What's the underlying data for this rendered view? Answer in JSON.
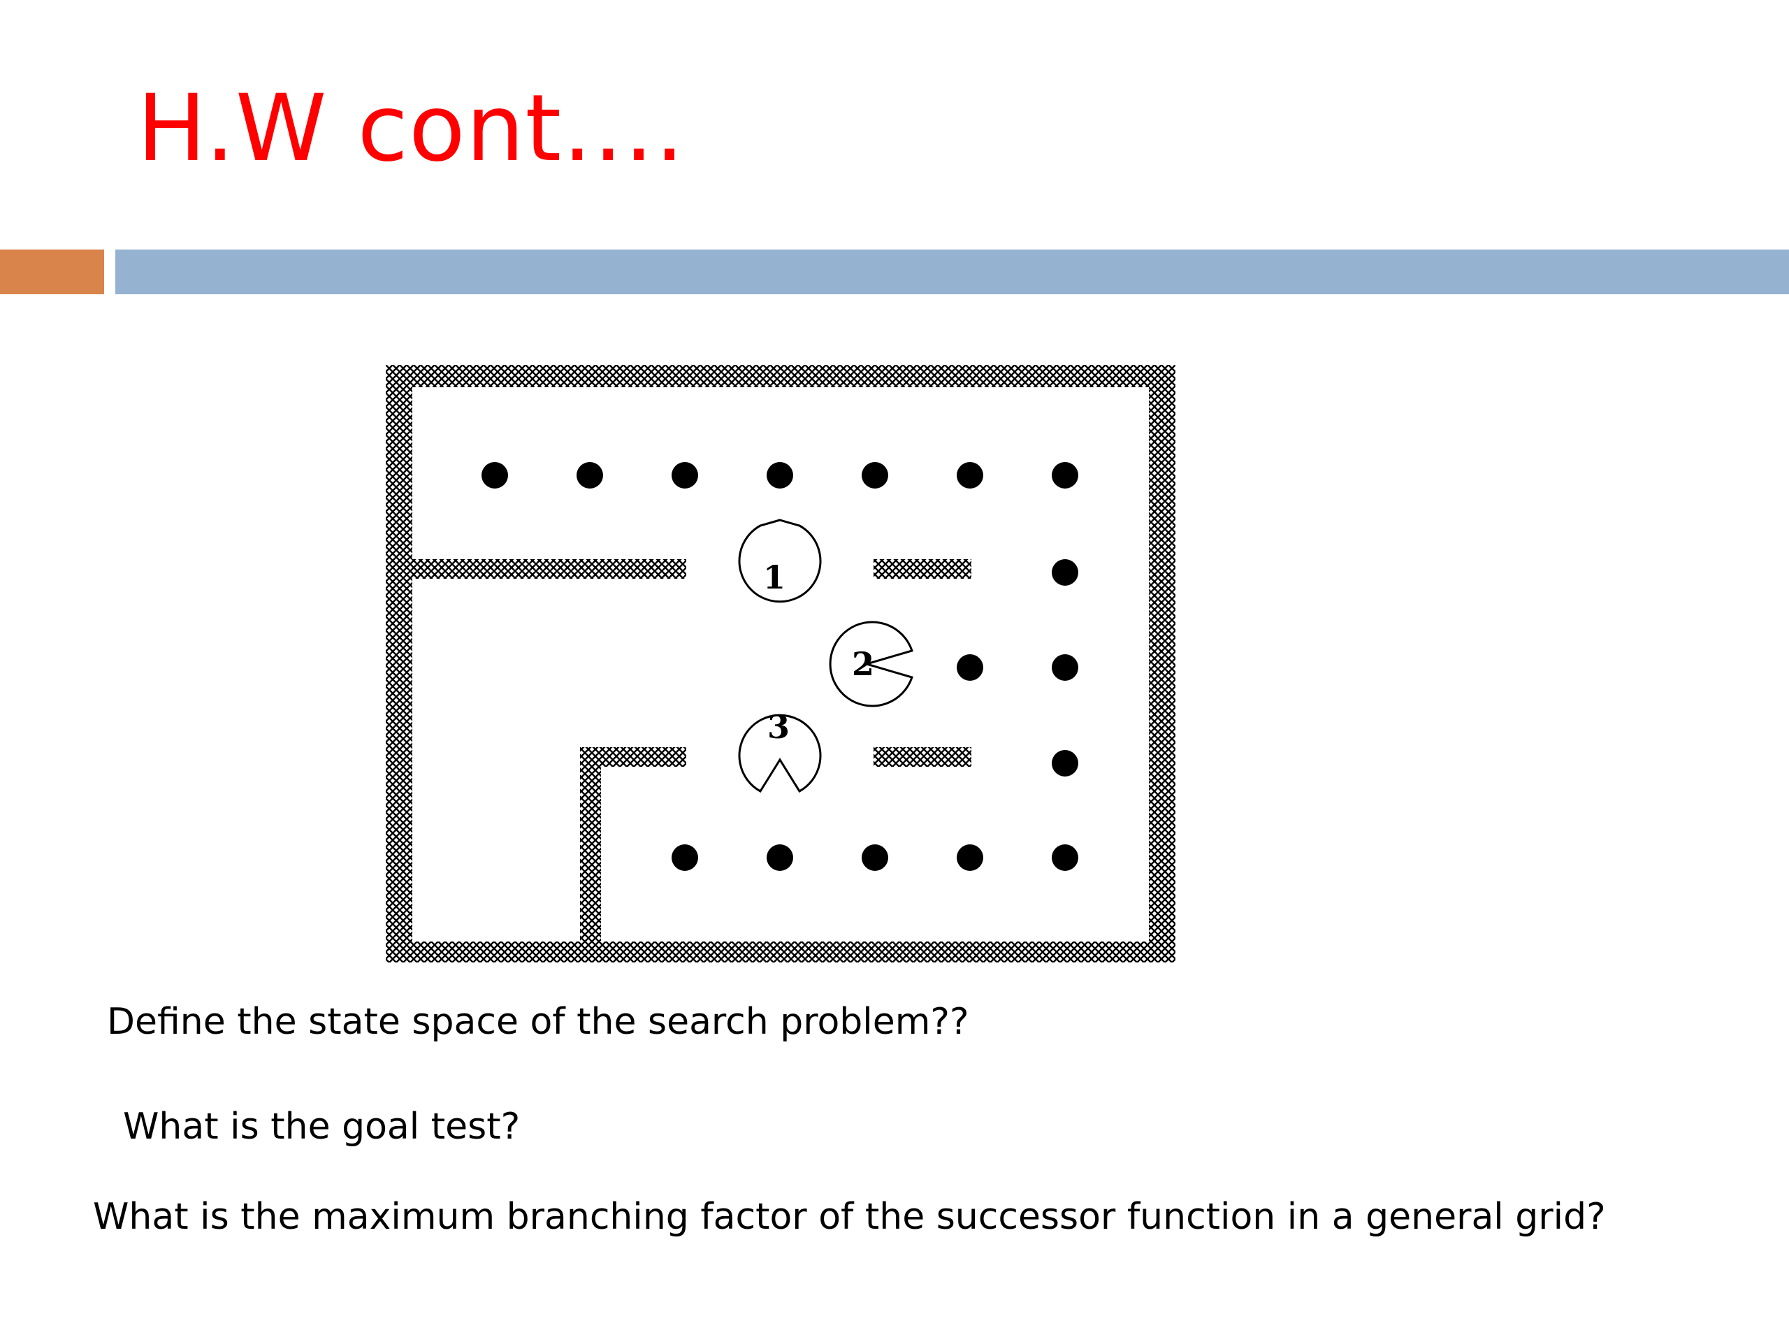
{
  "slide": {
    "title": "H.W cont….",
    "colors": {
      "title": "#ff0000",
      "accent_bar": "#d9844a",
      "main_bar": "#95b3d1"
    }
  },
  "maze": {
    "agents": [
      {
        "label": "1"
      },
      {
        "label": "2"
      },
      {
        "label": "3"
      }
    ]
  },
  "questions": [
    "Define the state space of the search problem??",
    "What is the goal test?",
    "What is the maximum branching factor of the successor function in a general grid?"
  ]
}
